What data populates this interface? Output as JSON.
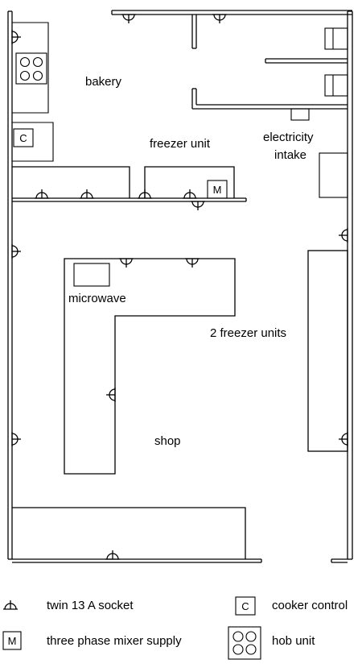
{
  "rooms": {
    "bakery": "bakery",
    "freezer_unit": "freezer unit",
    "electricity_intake_line1": "electricity",
    "electricity_intake_line2": "intake",
    "microwave": "microwave",
    "two_freezer_units": "2 freezer units",
    "shop": "shop"
  },
  "symbols": {
    "cooker_letter": "C",
    "mixer_letter": "M"
  },
  "legend": {
    "socket": "twin 13 A socket",
    "mixer": "three phase mixer supply",
    "cooker": "cooker control",
    "hob": "hob unit"
  }
}
